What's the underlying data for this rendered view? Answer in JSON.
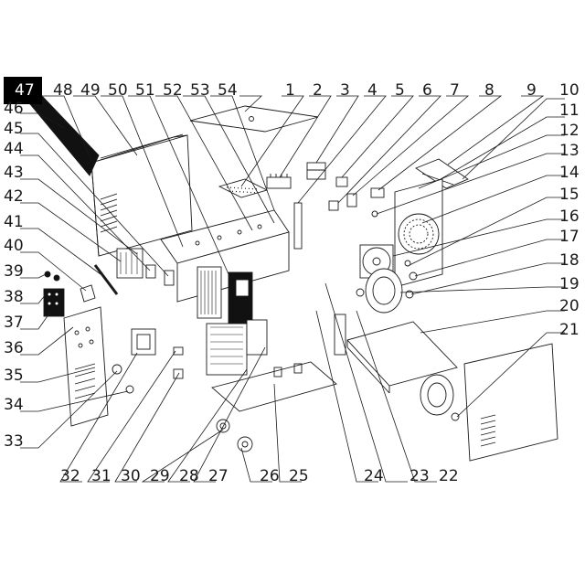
{
  "diagram": {
    "type": "exploded-parts-view",
    "accent_colors": {
      "line": "#1a1a1a",
      "background": "#ffffff",
      "highlight_box": "#000000"
    },
    "highlighted_callout": "47",
    "callouts": [
      {
        "n": "1"
      },
      {
        "n": "2"
      },
      {
        "n": "3"
      },
      {
        "n": "4"
      },
      {
        "n": "5"
      },
      {
        "n": "6"
      },
      {
        "n": "7"
      },
      {
        "n": "8"
      },
      {
        "n": "9"
      },
      {
        "n": "10"
      },
      {
        "n": "11"
      },
      {
        "n": "12"
      },
      {
        "n": "13"
      },
      {
        "n": "14"
      },
      {
        "n": "15"
      },
      {
        "n": "16"
      },
      {
        "n": "17"
      },
      {
        "n": "18"
      },
      {
        "n": "19"
      },
      {
        "n": "20"
      },
      {
        "n": "21"
      },
      {
        "n": "22"
      },
      {
        "n": "23"
      },
      {
        "n": "24"
      },
      {
        "n": "25"
      },
      {
        "n": "26"
      },
      {
        "n": "27"
      },
      {
        "n": "28"
      },
      {
        "n": "29"
      },
      {
        "n": "30"
      },
      {
        "n": "31"
      },
      {
        "n": "32"
      },
      {
        "n": "33"
      },
      {
        "n": "34"
      },
      {
        "n": "35"
      },
      {
        "n": "36"
      },
      {
        "n": "37"
      },
      {
        "n": "38"
      },
      {
        "n": "39"
      },
      {
        "n": "40"
      },
      {
        "n": "41"
      },
      {
        "n": "42"
      },
      {
        "n": "43"
      },
      {
        "n": "44"
      },
      {
        "n": "45"
      },
      {
        "n": "46"
      },
      {
        "n": "47"
      },
      {
        "n": "48"
      },
      {
        "n": "49"
      },
      {
        "n": "50"
      },
      {
        "n": "51"
      },
      {
        "n": "52"
      },
      {
        "n": "53"
      },
      {
        "n": "54"
      }
    ]
  }
}
